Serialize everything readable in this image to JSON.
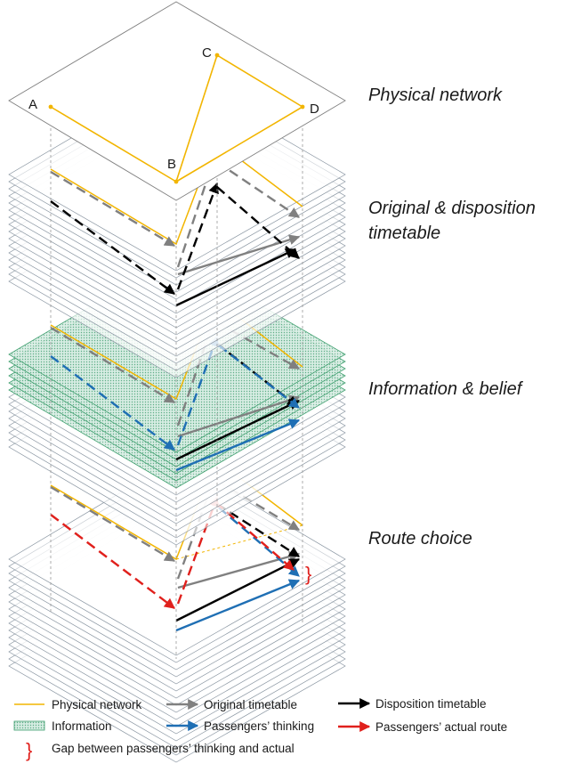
{
  "layers": {
    "physical": "Physical network",
    "timetable_line1": "Original & disposition",
    "timetable_line2": "timetable",
    "information": "Information & belief",
    "route": "Route choice"
  },
  "nodes": {
    "a": "A",
    "b": "B",
    "c": "C",
    "d": "D"
  },
  "gap_marker": "}",
  "legend": {
    "physical_network": "Physical network",
    "original_timetable": "Original timetable",
    "disposition_timetable": "Disposition timetable",
    "information": "Information",
    "passengers_thinking": "Passengers’ thinking",
    "passengers_actual_route": "Passengers’ actual route",
    "gap_symbol": "}",
    "gap_text": "Gap between passengers’ thinking  and actual"
  },
  "colors": {
    "physical": "#f2b500",
    "original": "#808080",
    "disposition": "#000000",
    "thinking": "#1f6fb4",
    "actual": "#e0201c",
    "information_fill": "#cfe6dc",
    "information_stroke": "#3f9f6f",
    "plane_stroke": "#8a96a2"
  },
  "icons": {
    "original_arrow": "gray-arrow-icon",
    "disposition_arrow": "black-arrow-icon",
    "thinking_arrow": "blue-arrow-icon",
    "actual_arrow": "red-arrow-icon",
    "physical_line": "yellow-line-icon",
    "information_swatch": "green-hatch-icon"
  }
}
